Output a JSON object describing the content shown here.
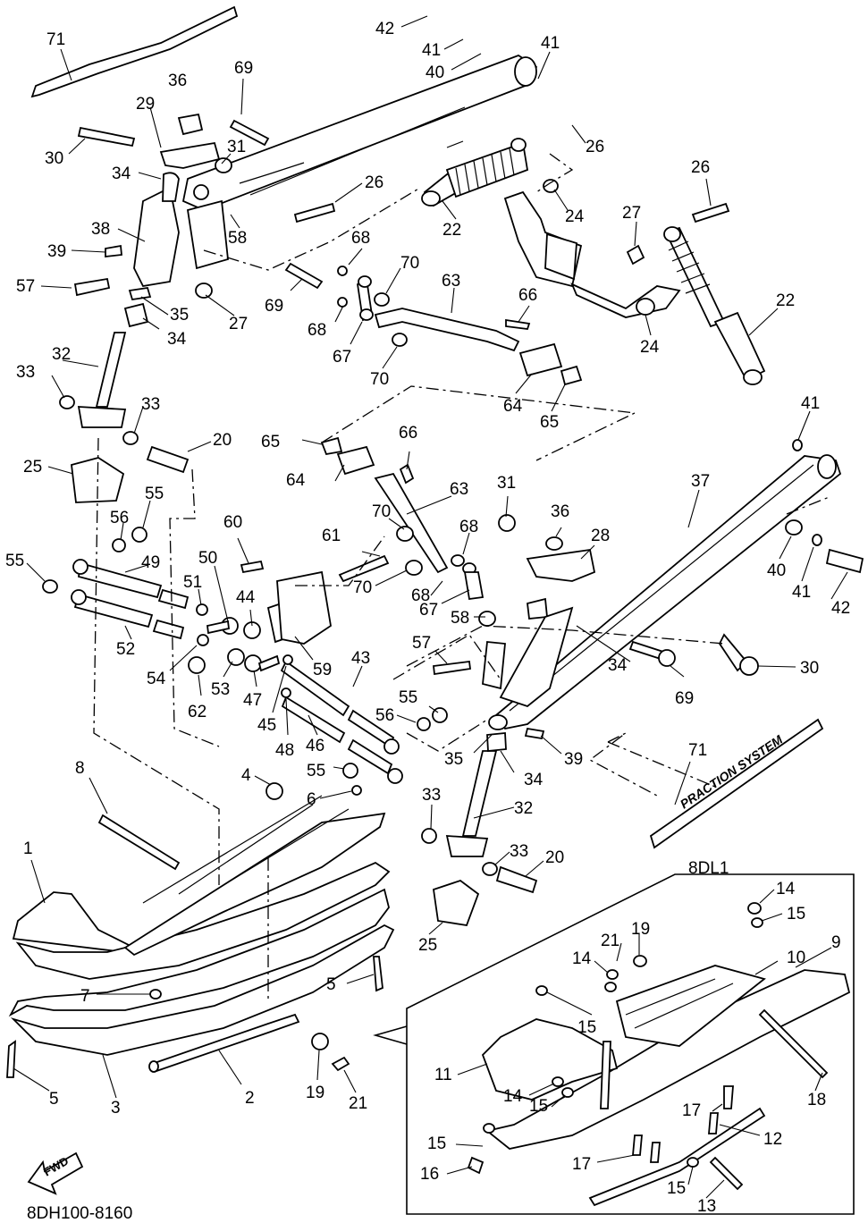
{
  "diagram_id": "8DH100-8160",
  "inset_label": "8DL1",
  "fwd_label": "FWD",
  "decal_text": "PRACTION SYSTEM",
  "callouts": [
    {
      "id": "c42a",
      "text": "42"
    },
    {
      "id": "c41a",
      "text": "41"
    },
    {
      "id": "c41b",
      "text": "41"
    },
    {
      "id": "c40a",
      "text": "40"
    },
    {
      "id": "c71a",
      "text": "71"
    },
    {
      "id": "c69a",
      "text": "69"
    },
    {
      "id": "c36a",
      "text": "36"
    },
    {
      "id": "c29",
      "text": "29"
    },
    {
      "id": "c30a",
      "text": "30"
    },
    {
      "id": "c31a",
      "text": "31"
    },
    {
      "id": "c34a",
      "text": "34"
    },
    {
      "id": "c38",
      "text": "38"
    },
    {
      "id": "c39a",
      "text": "39"
    },
    {
      "id": "c57a",
      "text": "57"
    },
    {
      "id": "c35a",
      "text": "35"
    },
    {
      "id": "c34b",
      "text": "34"
    },
    {
      "id": "c27a",
      "text": "27"
    },
    {
      "id": "c26a",
      "text": "26"
    },
    {
      "id": "c22a",
      "text": "22"
    },
    {
      "id": "c26b",
      "text": "26"
    },
    {
      "id": "c58a",
      "text": "58"
    },
    {
      "id": "c68a",
      "text": "68"
    },
    {
      "id": "c70a",
      "text": "70"
    },
    {
      "id": "c69b",
      "text": "69"
    },
    {
      "id": "c68b",
      "text": "68"
    },
    {
      "id": "c67a",
      "text": "67"
    },
    {
      "id": "c70b",
      "text": "70"
    },
    {
      "id": "c63a",
      "text": "63"
    },
    {
      "id": "c66a",
      "text": "66"
    },
    {
      "id": "c64a",
      "text": "64"
    },
    {
      "id": "c65a",
      "text": "65"
    },
    {
      "id": "c24a",
      "text": "24"
    },
    {
      "id": "c24b",
      "text": "24"
    },
    {
      "id": "c26c",
      "text": "26"
    },
    {
      "id": "c27b",
      "text": "27"
    },
    {
      "id": "c22b",
      "text": "22"
    },
    {
      "id": "c32a",
      "text": "32"
    },
    {
      "id": "c33a",
      "text": "33"
    },
    {
      "id": "c33b",
      "text": "33"
    },
    {
      "id": "c20a",
      "text": "20"
    },
    {
      "id": "c25a",
      "text": "25"
    },
    {
      "id": "c56a",
      "text": "56"
    },
    {
      "id": "c55a",
      "text": "55"
    },
    {
      "id": "c55b",
      "text": "55"
    },
    {
      "id": "c49",
      "text": "49"
    },
    {
      "id": "c51",
      "text": "51"
    },
    {
      "id": "c50",
      "text": "50"
    },
    {
      "id": "c60",
      "text": "60"
    },
    {
      "id": "c44",
      "text": "44"
    },
    {
      "id": "c52",
      "text": "52"
    },
    {
      "id": "c54",
      "text": "54"
    },
    {
      "id": "c53",
      "text": "53"
    },
    {
      "id": "c62",
      "text": "62"
    },
    {
      "id": "c47",
      "text": "47"
    },
    {
      "id": "c59",
      "text": "59"
    },
    {
      "id": "c45",
      "text": "45"
    },
    {
      "id": "c48",
      "text": "48"
    },
    {
      "id": "c46",
      "text": "46"
    },
    {
      "id": "c43",
      "text": "43"
    },
    {
      "id": "c65b",
      "text": "65"
    },
    {
      "id": "c66b",
      "text": "66"
    },
    {
      "id": "c64b",
      "text": "64"
    },
    {
      "id": "c63b",
      "text": "63"
    },
    {
      "id": "c70c",
      "text": "70"
    },
    {
      "id": "c68c",
      "text": "68"
    },
    {
      "id": "c61",
      "text": "61"
    },
    {
      "id": "c70d",
      "text": "70"
    },
    {
      "id": "c68d",
      "text": "68"
    },
    {
      "id": "c67b",
      "text": "67"
    },
    {
      "id": "c58b",
      "text": "58"
    },
    {
      "id": "c31b",
      "text": "31"
    },
    {
      "id": "c36b",
      "text": "36"
    },
    {
      "id": "c28",
      "text": "28"
    },
    {
      "id": "c37",
      "text": "37"
    },
    {
      "id": "c41c",
      "text": "41"
    },
    {
      "id": "c40b",
      "text": "40"
    },
    {
      "id": "c41d",
      "text": "41"
    },
    {
      "id": "c42b",
      "text": "42"
    },
    {
      "id": "c30b",
      "text": "30"
    },
    {
      "id": "c34c",
      "text": "34"
    },
    {
      "id": "c69c",
      "text": "69"
    },
    {
      "id": "c57b",
      "text": "57"
    },
    {
      "id": "c56b",
      "text": "56"
    },
    {
      "id": "c55c",
      "text": "55"
    },
    {
      "id": "c55d",
      "text": "55"
    },
    {
      "id": "c35b",
      "text": "35"
    },
    {
      "id": "c34d",
      "text": "34"
    },
    {
      "id": "c39b",
      "text": "39"
    },
    {
      "id": "c71b",
      "text": "71"
    },
    {
      "id": "c8",
      "text": "8"
    },
    {
      "id": "c4",
      "text": "4"
    },
    {
      "id": "c6",
      "text": "6"
    },
    {
      "id": "c1",
      "text": "1"
    },
    {
      "id": "c7",
      "text": "7"
    },
    {
      "id": "c5a",
      "text": "5"
    },
    {
      "id": "c5b",
      "text": "5"
    },
    {
      "id": "c3",
      "text": "3"
    },
    {
      "id": "c2",
      "text": "2"
    },
    {
      "id": "c19a",
      "text": "19"
    },
    {
      "id": "c21a",
      "text": "21"
    },
    {
      "id": "c33c",
      "text": "33"
    },
    {
      "id": "c32b",
      "text": "32"
    },
    {
      "id": "c33d",
      "text": "33"
    },
    {
      "id": "c20b",
      "text": "20"
    },
    {
      "id": "c25b",
      "text": "25"
    },
    {
      "id": "c14a",
      "text": "14"
    },
    {
      "id": "c15a",
      "text": "15"
    },
    {
      "id": "c9",
      "text": "9"
    },
    {
      "id": "c21b",
      "text": "21"
    },
    {
      "id": "c19b",
      "text": "19"
    },
    {
      "id": "c14b",
      "text": "14"
    },
    {
      "id": "c10",
      "text": "10"
    },
    {
      "id": "c15b",
      "text": "15"
    },
    {
      "id": "c11",
      "text": "11"
    },
    {
      "id": "c18",
      "text": "18"
    },
    {
      "id": "c14c",
      "text": "14"
    },
    {
      "id": "c15c",
      "text": "15"
    },
    {
      "id": "c17a",
      "text": "17"
    },
    {
      "id": "c12",
      "text": "12"
    },
    {
      "id": "c15d",
      "text": "15"
    },
    {
      "id": "c16",
      "text": "16"
    },
    {
      "id": "c17b",
      "text": "17"
    },
    {
      "id": "c15e",
      "text": "15"
    },
    {
      "id": "c13",
      "text": "13"
    }
  ]
}
